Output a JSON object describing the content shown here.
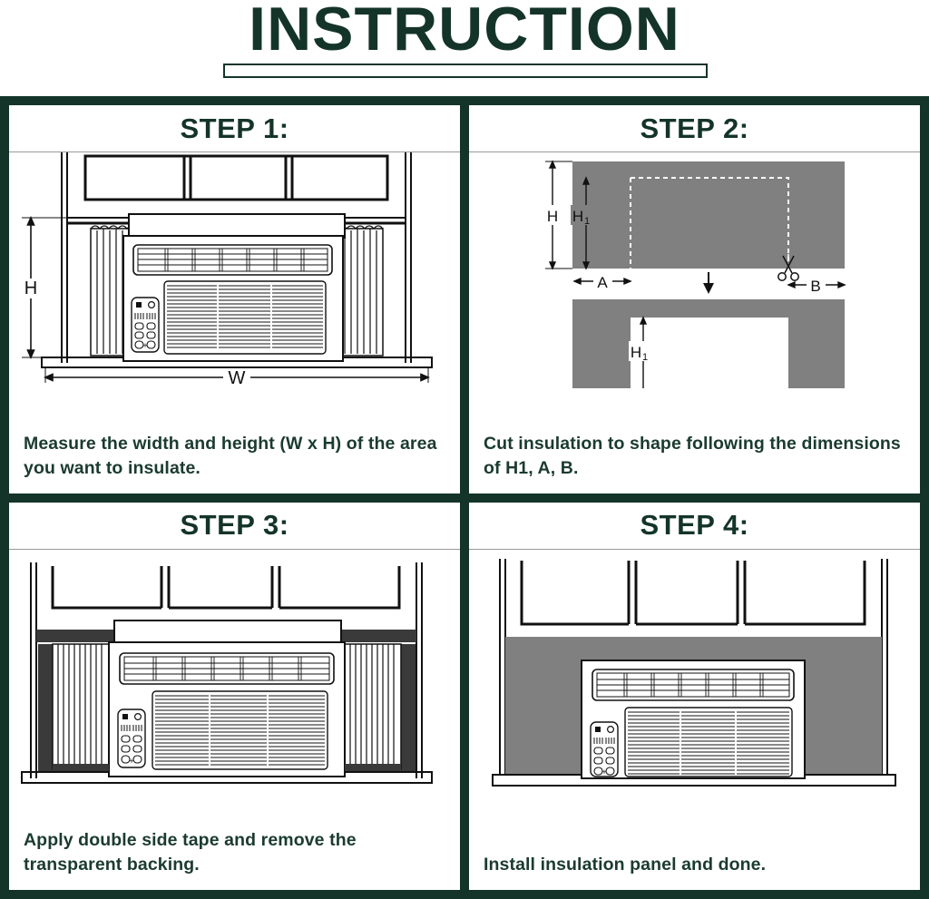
{
  "header": {
    "title": "INSTRUCTION"
  },
  "colors": {
    "brand_green": "#14342a",
    "insulation_gray": "#808080",
    "tape_dark": "#3a3a3a",
    "line_black": "#111111",
    "panel_white": "#ffffff"
  },
  "steps": [
    {
      "id": "step-1",
      "heading": "STEP 1:",
      "caption": "Measure the width and height (W x H) of the area you want to insulate.",
      "diagram": {
        "type": "window-ac-measure",
        "labels": [
          {
            "name": "height-label",
            "text": "H"
          },
          {
            "name": "width-label",
            "text": "W"
          }
        ]
      }
    },
    {
      "id": "step-2",
      "heading": "STEP 2:",
      "caption": "Cut insulation to shape following the dimensions of H1, A, B.",
      "diagram": {
        "type": "insulation-cut",
        "labels": [
          {
            "name": "total-height-label",
            "text": "H"
          },
          {
            "name": "cut-height-label-top",
            "text": "H",
            "sub": "1"
          },
          {
            "name": "left-margin-label",
            "text": "A"
          },
          {
            "name": "right-margin-label",
            "text": "B"
          },
          {
            "name": "cut-height-label-bottom",
            "text": "H",
            "sub": "1"
          }
        ],
        "icons": [
          {
            "name": "scissors-icon"
          },
          {
            "name": "down-arrow-icon"
          }
        ]
      }
    },
    {
      "id": "step-3",
      "heading": "STEP 3:",
      "caption": "Apply double side tape and remove the transparent backing.",
      "diagram": {
        "type": "window-ac-tape",
        "labels": []
      }
    },
    {
      "id": "step-4",
      "heading": "STEP 4:",
      "caption": "Install insulation panel and done.",
      "diagram": {
        "type": "window-ac-installed",
        "labels": []
      }
    }
  ]
}
